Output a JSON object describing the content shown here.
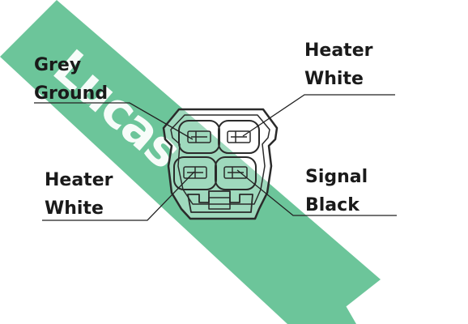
{
  "watermark": {
    "text": "Lucas",
    "color": "#6cc59a"
  },
  "labels": {
    "grey_ground": {
      "line1": "Grey",
      "line2": "Ground"
    },
    "heater_white_top": {
      "line1": "Heater",
      "line2": "White"
    },
    "heater_white_left": {
      "line1": "Heater",
      "line2": "White"
    },
    "signal_black": {
      "line1": "Signal",
      "line2": "Black"
    }
  },
  "colors": {
    "line": "#222222",
    "outline": "#2a2a2a",
    "text": "#1a1a1a"
  }
}
